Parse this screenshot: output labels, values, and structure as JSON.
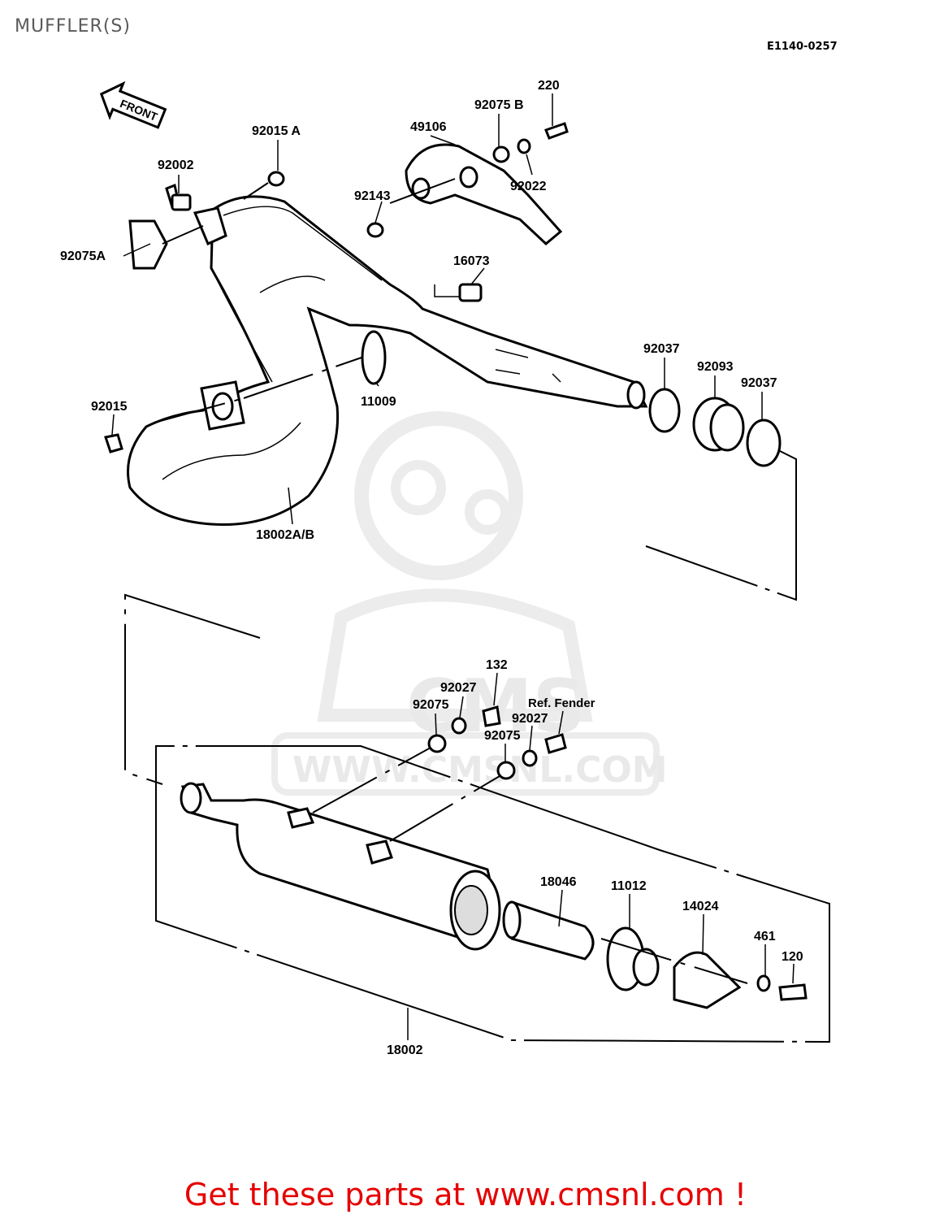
{
  "header": {
    "title": "MUFFLER(S)",
    "diagram_code": "E1140-0257"
  },
  "front_arrow": {
    "label": "FRONT"
  },
  "parts": [
    {
      "id": "p220",
      "number": "220"
    },
    {
      "id": "p92075B",
      "number": "92075 B"
    },
    {
      "id": "p49106",
      "number": "49106"
    },
    {
      "id": "p92022",
      "number": "92022"
    },
    {
      "id": "p92015A",
      "number": "92015 A"
    },
    {
      "id": "p92002",
      "number": "92002"
    },
    {
      "id": "p92143",
      "number": "92143"
    },
    {
      "id": "p92075A",
      "number": "92075A"
    },
    {
      "id": "p16073",
      "number": "16073"
    },
    {
      "id": "p11009",
      "number": "11009"
    },
    {
      "id": "p92037a",
      "number": "92037"
    },
    {
      "id": "p92093",
      "number": "92093"
    },
    {
      "id": "p92037b",
      "number": "92037"
    },
    {
      "id": "p92015",
      "number": "92015"
    },
    {
      "id": "p18002AB",
      "number": "18002A/B"
    },
    {
      "id": "p132",
      "number": "132"
    },
    {
      "id": "p92027a",
      "number": "92027"
    },
    {
      "id": "p92075c",
      "number": "92075"
    },
    {
      "id": "pRefFender",
      "number": "Ref. Fender"
    },
    {
      "id": "p92027b",
      "number": "92027"
    },
    {
      "id": "p92075d",
      "number": "92075"
    },
    {
      "id": "p18046",
      "number": "18046"
    },
    {
      "id": "p11012",
      "number": "11012"
    },
    {
      "id": "p14024",
      "number": "14024"
    },
    {
      "id": "p461",
      "number": "461"
    },
    {
      "id": "p120",
      "number": "120"
    },
    {
      "id": "p18002",
      "number": "18002"
    }
  ],
  "watermark": {
    "text": "WWW.CMSNL.COM",
    "logo_text": "CMS"
  },
  "footer": {
    "text": "Get these parts at www.cmsnl.com !"
  },
  "colors": {
    "footer": "#e60000",
    "watermark": "#e9e9e9",
    "ink": "#000000"
  }
}
